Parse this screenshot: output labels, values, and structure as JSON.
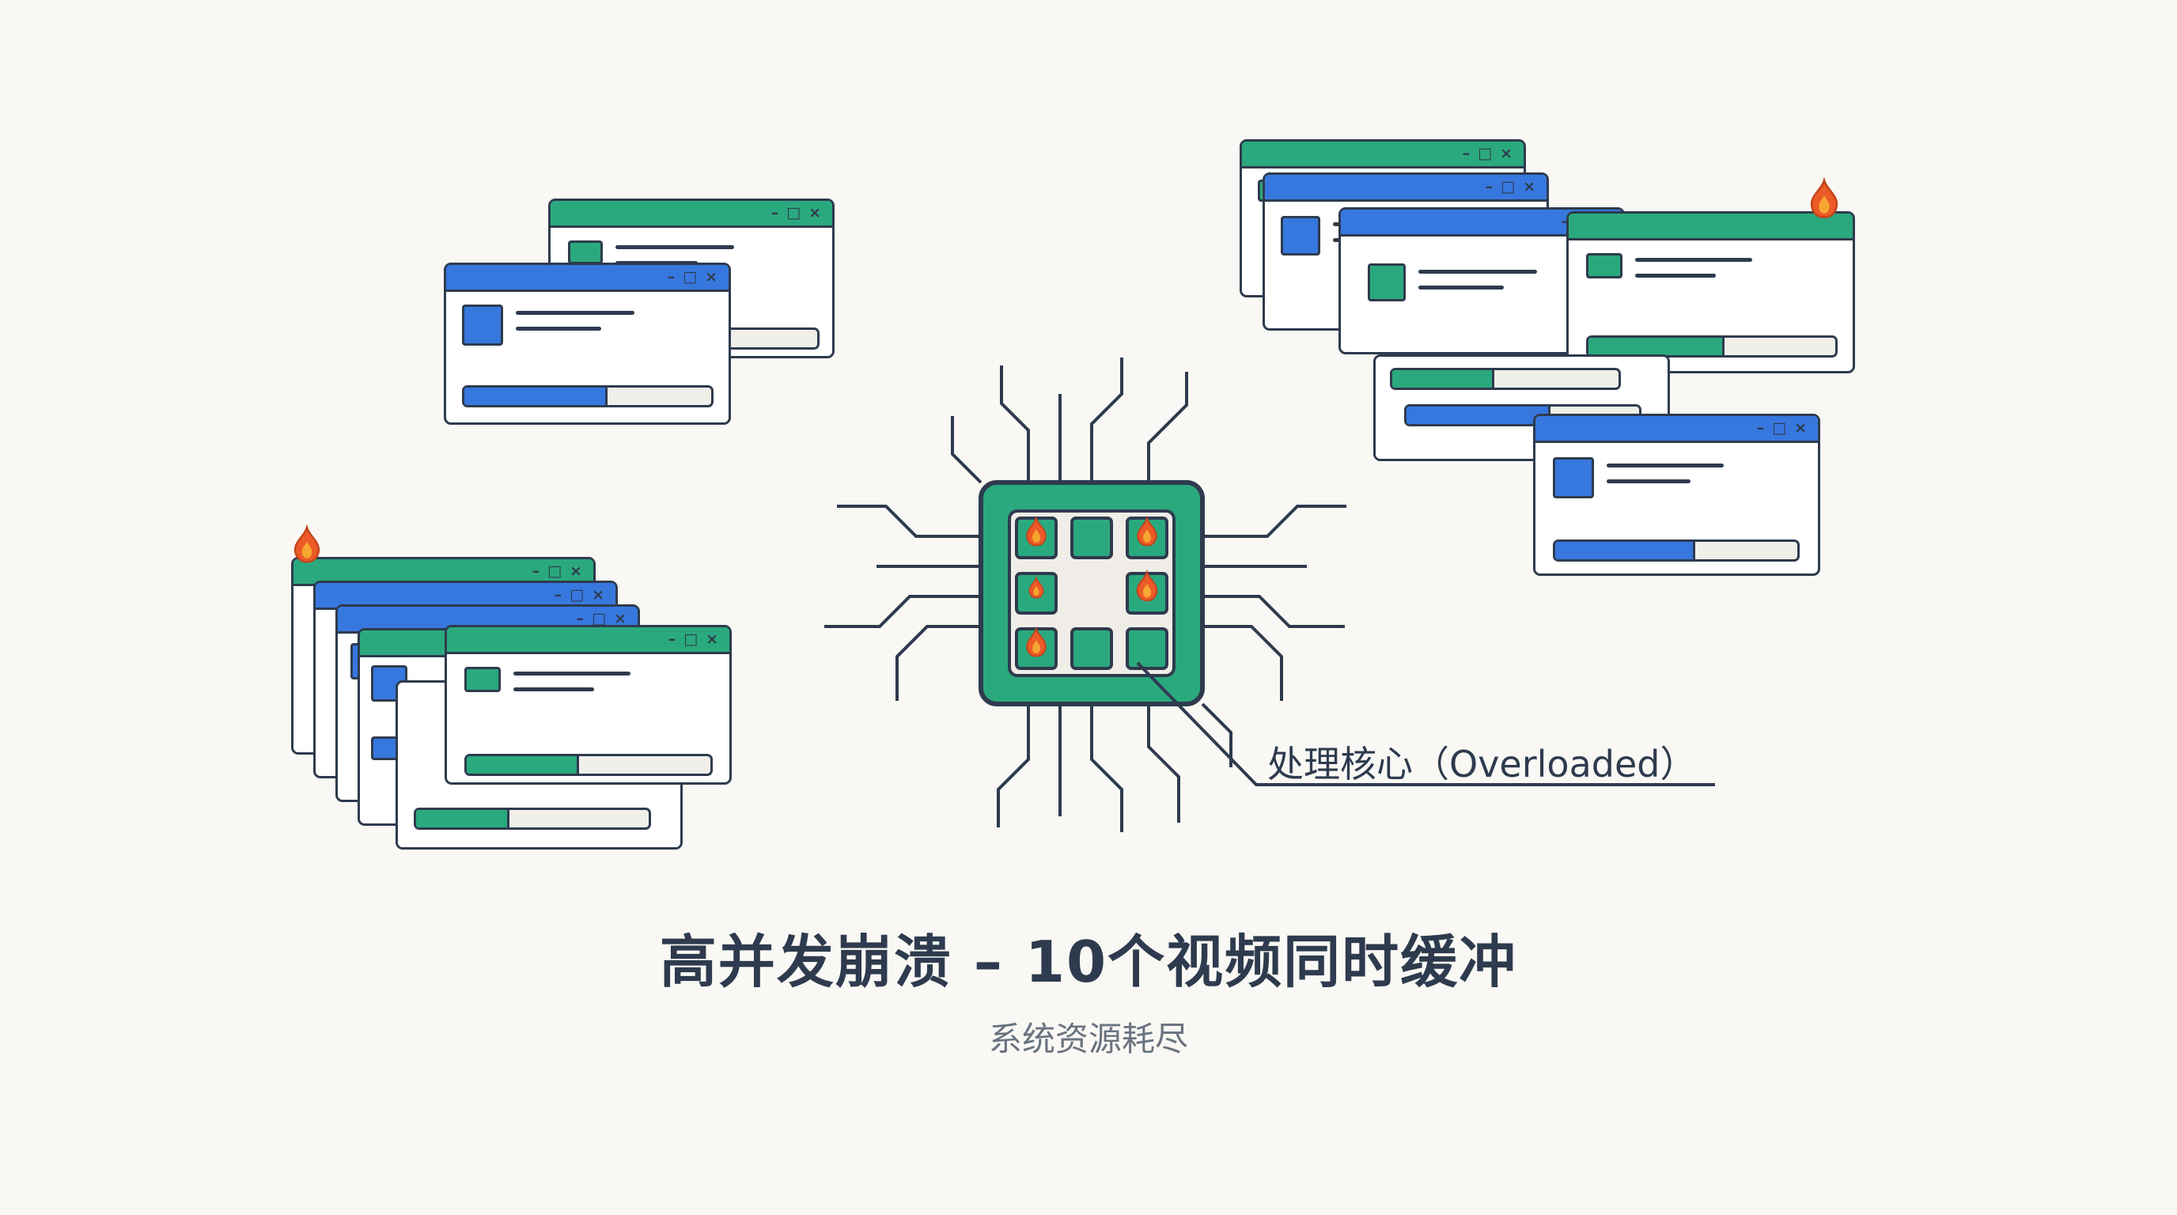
{
  "caption": {
    "title": "高并发崩溃 – 10个视频同时缓冲",
    "subtitle": "系统资源耗尽"
  },
  "cpu": {
    "label": "处理核心（Overloaded）"
  },
  "window_controls": {
    "minimize": "–",
    "maximize": "□",
    "close": "×"
  },
  "colors": {
    "green": "#2BA97E",
    "blue": "#3778DF",
    "outline": "#2E3B4E",
    "background": "#FAF8F4",
    "track": "#F1EFEA",
    "muted": "#6A7380",
    "fire": "#EC5A28",
    "fireInner": "#F6A730",
    "chipInner": "#F0EDE8"
  }
}
